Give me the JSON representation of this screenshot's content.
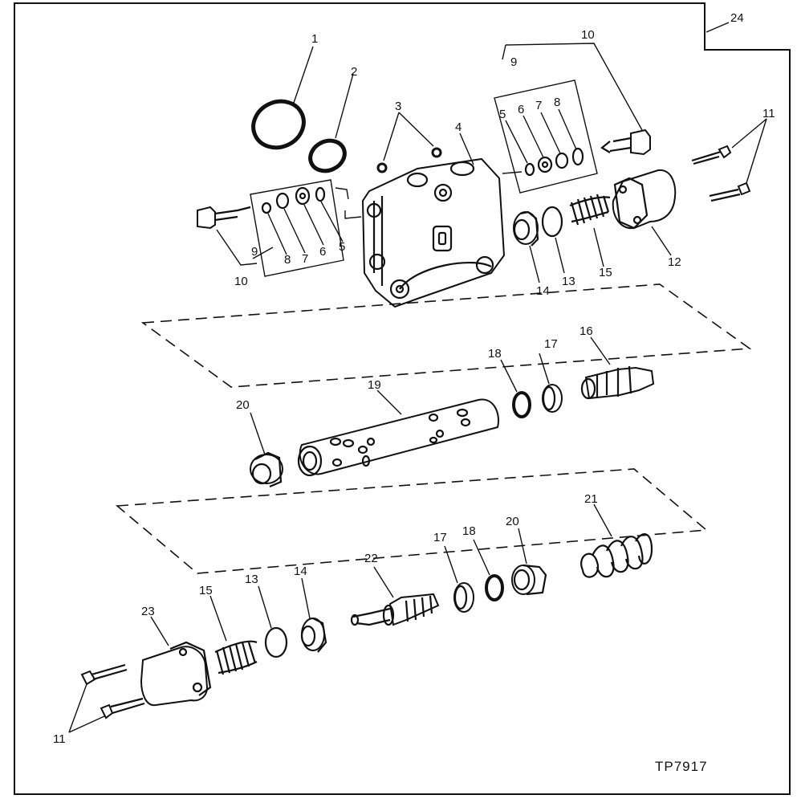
{
  "drawing": {
    "reference": "TP7917",
    "callouts": {
      "c1": "1",
      "c2": "2",
      "c3": "3",
      "c4": "4",
      "c5a": "5",
      "c6a": "6",
      "c7a": "7",
      "c8a": "8",
      "c9a": "9",
      "c10a": "10",
      "c5b": "5",
      "c6b": "6",
      "c7b": "7",
      "c8b": "8",
      "c9b": "9",
      "c10b": "10",
      "c11a": "11",
      "c12": "12",
      "c13a": "13",
      "c14a": "14",
      "c15a": "15",
      "c16": "16",
      "c17a": "17",
      "c18a": "18",
      "c19": "19",
      "c20a": "20",
      "c21": "21",
      "c22": "22",
      "c17b": "17",
      "c18b": "18",
      "c20b": "20",
      "c13b": "13",
      "c14b": "14",
      "c15b": "15",
      "c23": "23",
      "c11b": "11",
      "c24": "24"
    }
  }
}
